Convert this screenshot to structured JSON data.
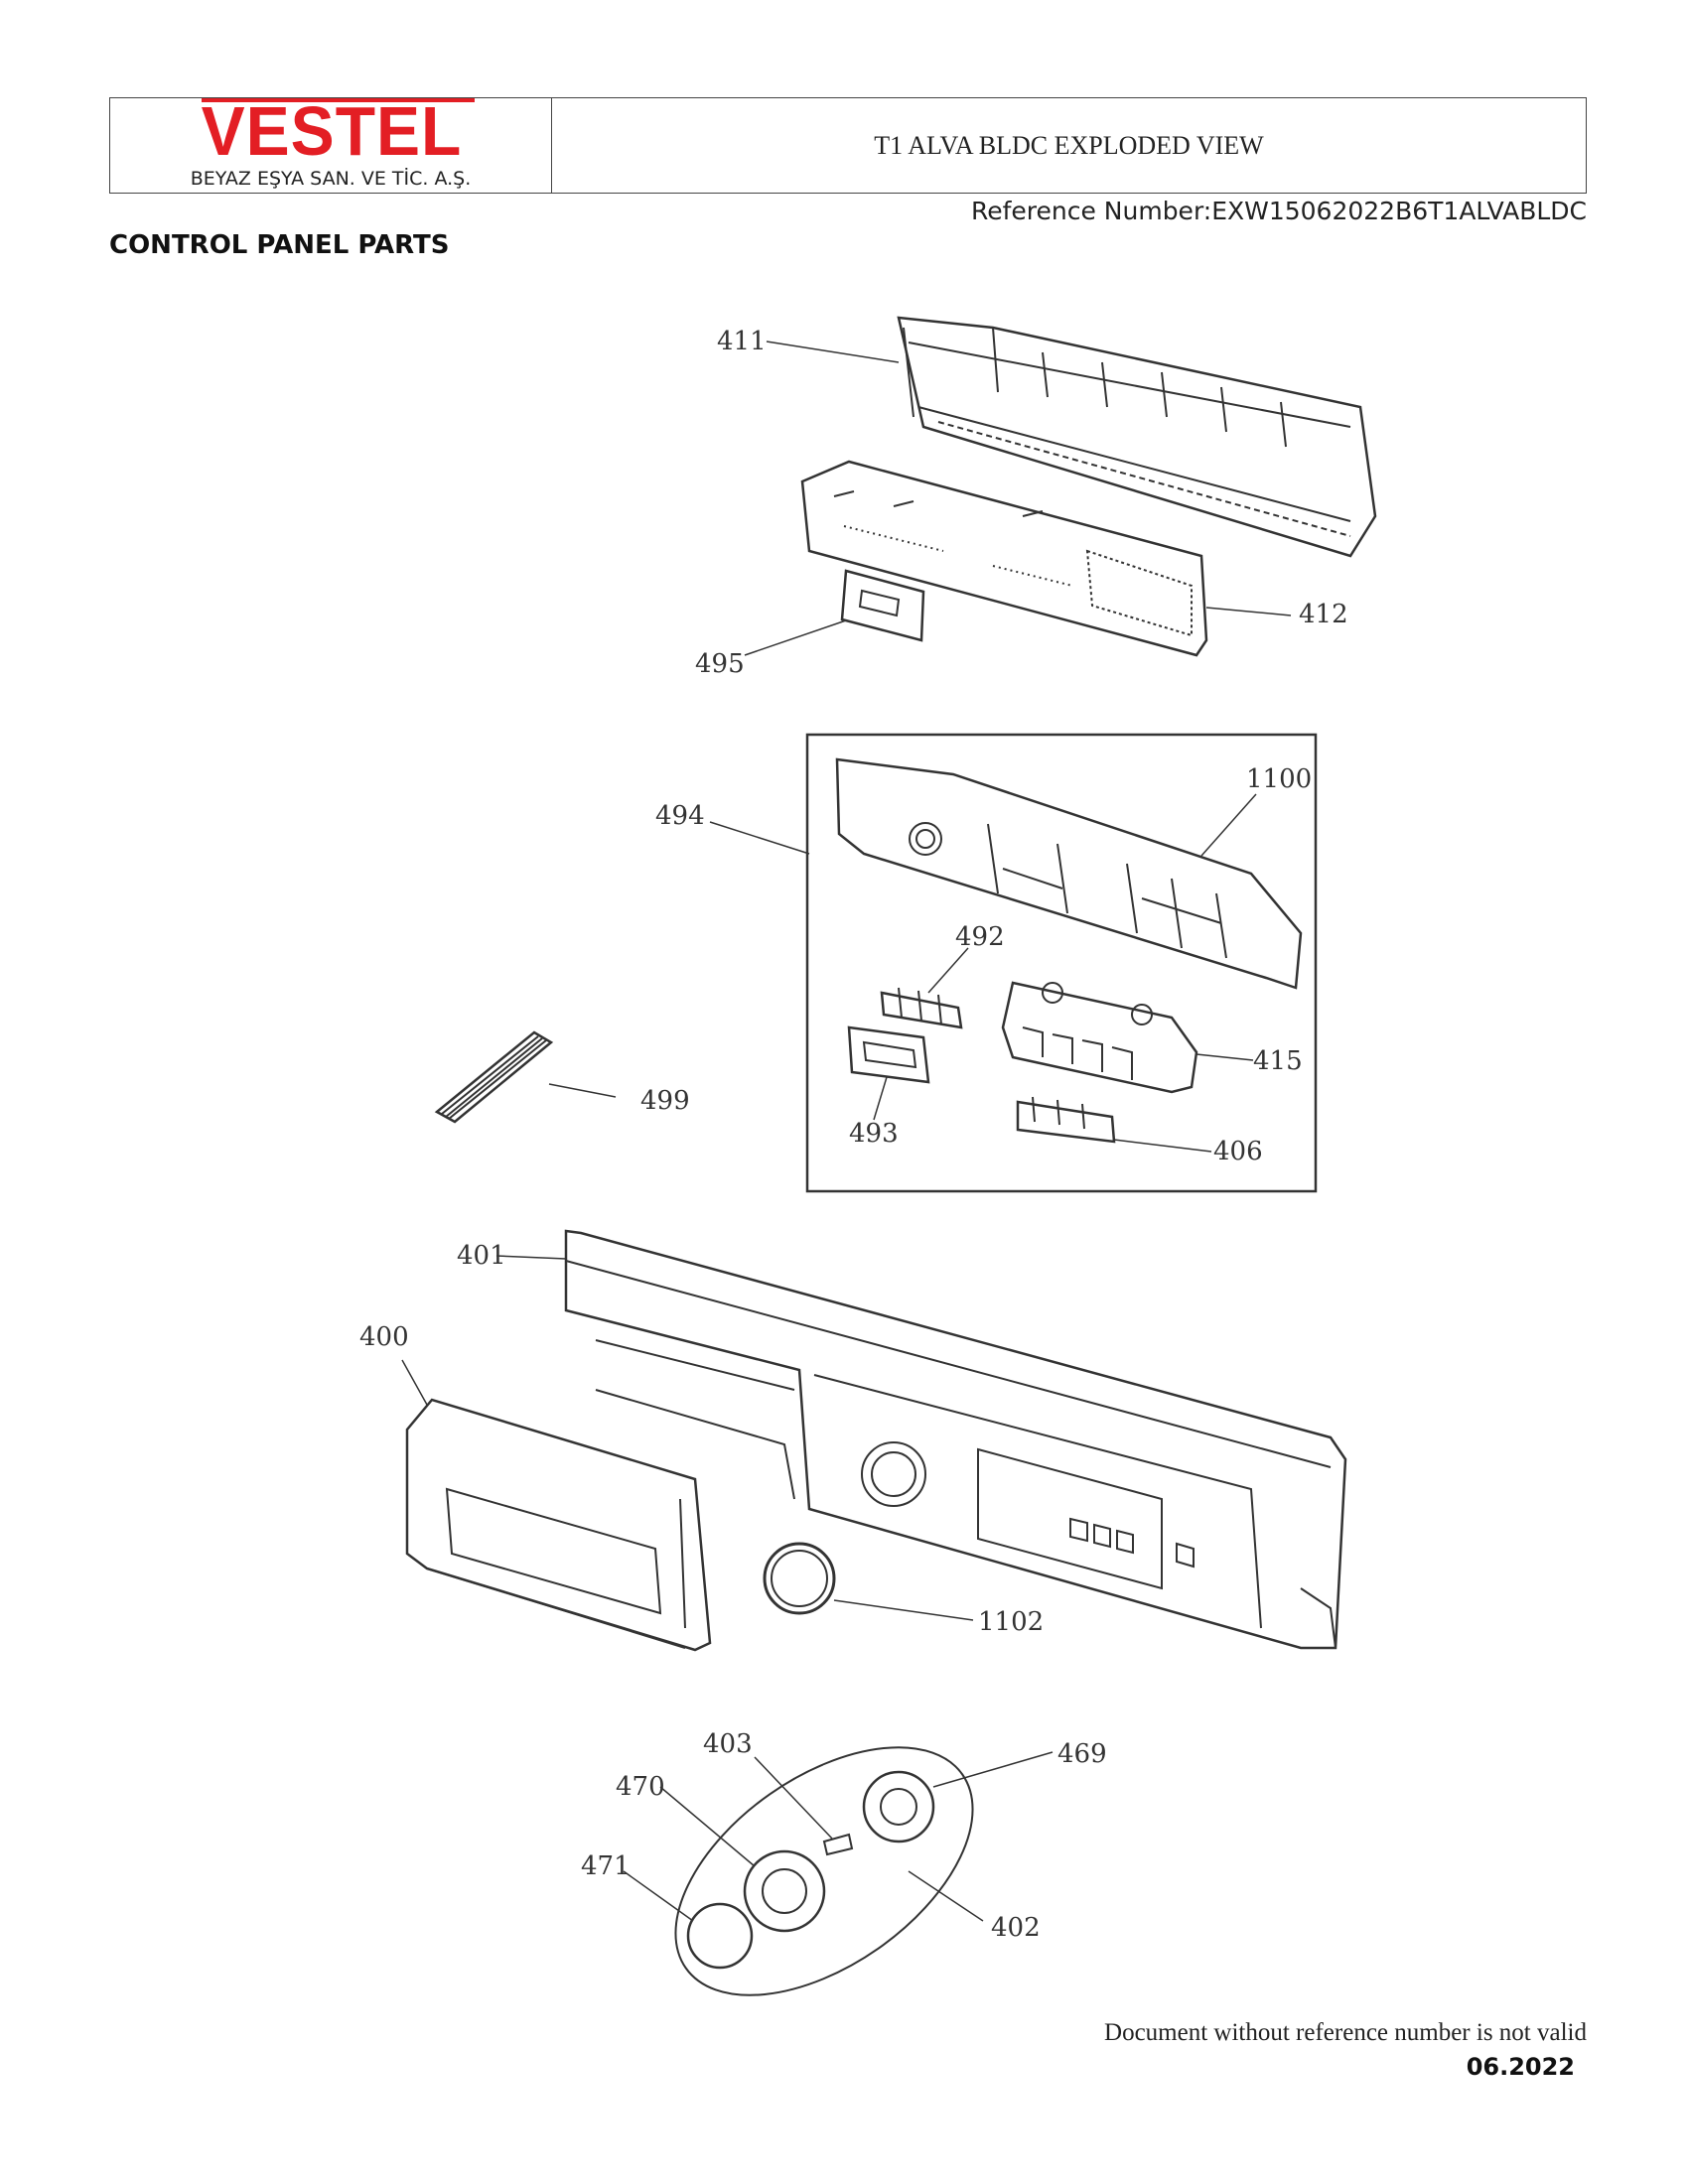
{
  "header": {
    "logo_text": "VESTEL",
    "company_name": "BEYAZ EŞYA SAN. VE TİC. A.Ş.",
    "document_title": "T1 ALVA BLDC EXPLODED VIEW"
  },
  "reference_number": "Reference Number:EXW15062022B6T1ALVABLDC",
  "section_title": "CONTROL PANEL PARTS",
  "part_labels": {
    "p411": "411",
    "p412": "412",
    "p495": "495",
    "p494": "494",
    "p1100": "1100",
    "p492": "492",
    "p415": "415",
    "p493": "493",
    "p406": "406",
    "p499": "499",
    "p401": "401",
    "p400": "400",
    "p1102": "1102",
    "p403": "403",
    "p469": "469",
    "p470": "470",
    "p471": "471",
    "p402": "402"
  },
  "footer": {
    "note": "Document without reference number is not valid",
    "date": "06.2022"
  },
  "colors": {
    "brand_red": "#e31e24",
    "line": "#333333"
  }
}
